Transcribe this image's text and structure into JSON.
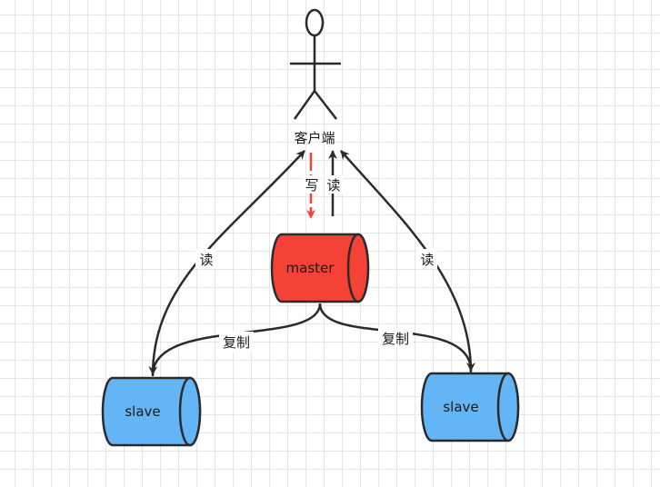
{
  "client": {
    "label": "客户端"
  },
  "master": {
    "label": "master",
    "color": "#f44336"
  },
  "slave_left": {
    "label": "slave",
    "color": "#64b5f6"
  },
  "slave_right": {
    "label": "slave",
    "color": "#64b5f6"
  },
  "edges": {
    "write": "写",
    "read_master": "读",
    "read_left": "读",
    "read_right": "读",
    "replicate_left": "复制",
    "replicate_right": "复制"
  },
  "colors": {
    "write_arrow": "#f44336",
    "stroke": "#2b2b2b"
  }
}
